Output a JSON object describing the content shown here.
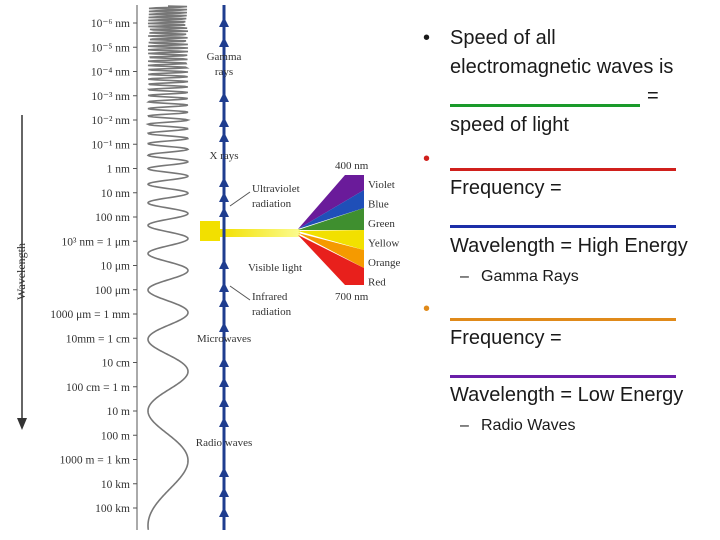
{
  "diagram": {
    "axis_title": "Wavelength",
    "scale_labels": [
      "10⁻⁶ nm",
      "10⁻⁵ nm",
      "10⁻⁴ nm",
      "10⁻³ nm",
      "10⁻² nm",
      "10⁻¹ nm",
      "1 nm",
      "10 nm",
      "100 nm",
      "10³ nm = 1 μm",
      "10 μm",
      "100 μm",
      "1000 μm = 1 mm",
      "10mm = 1 cm",
      "10 cm",
      "100 cm = 1 m",
      "10 m",
      "100 m",
      "1000 m = 1 km",
      "10 km",
      "100 km"
    ],
    "bands": {
      "gamma_line1": "Gamma",
      "gamma_line2": "rays",
      "xrays": "X rays",
      "uv_line1": "Ultraviolet",
      "uv_line2": "radiation",
      "visible": "Visible light",
      "ir_line1": "Infrared",
      "ir_line2": "radiation",
      "microwaves": "Microwaves",
      "radio": "Radio waves"
    },
    "visible_top": "400 nm",
    "visible_bottom": "700 nm",
    "colors": [
      "Violet",
      "Blue",
      "Green",
      "Yellow",
      "Orange",
      "Red"
    ],
    "color_hex": [
      "#6a1b9a",
      "#1f4fb8",
      "#3f8f2f",
      "#f2e000",
      "#f59a00",
      "#e8201c"
    ],
    "arrow_color": "#1f3d8f"
  },
  "notes": {
    "b1_line1": "Speed of all",
    "b1_line2": "electromagnetic waves is",
    "b1_eq": "=",
    "b1_line4": "speed of light",
    "b2_freq": "Frequency =",
    "b2_wave": "Wavelength = High Energy",
    "b2_sub": "Gamma Rays",
    "b3_freq": "Frequency =",
    "b3_wave": "Wavelength = Low Energy",
    "b3_sub": "Radio Waves",
    "bullet_char": "•",
    "dash_char": "–",
    "colors": {
      "blank1": "#1a9a2a",
      "blank2a": "#d0201c",
      "blank2b": "#1c2fa8",
      "blank3a": "#e08a1a",
      "blank3b": "#6a1fa8",
      "bullet2": "#d0201c",
      "bullet3": "#e08a1a"
    }
  }
}
